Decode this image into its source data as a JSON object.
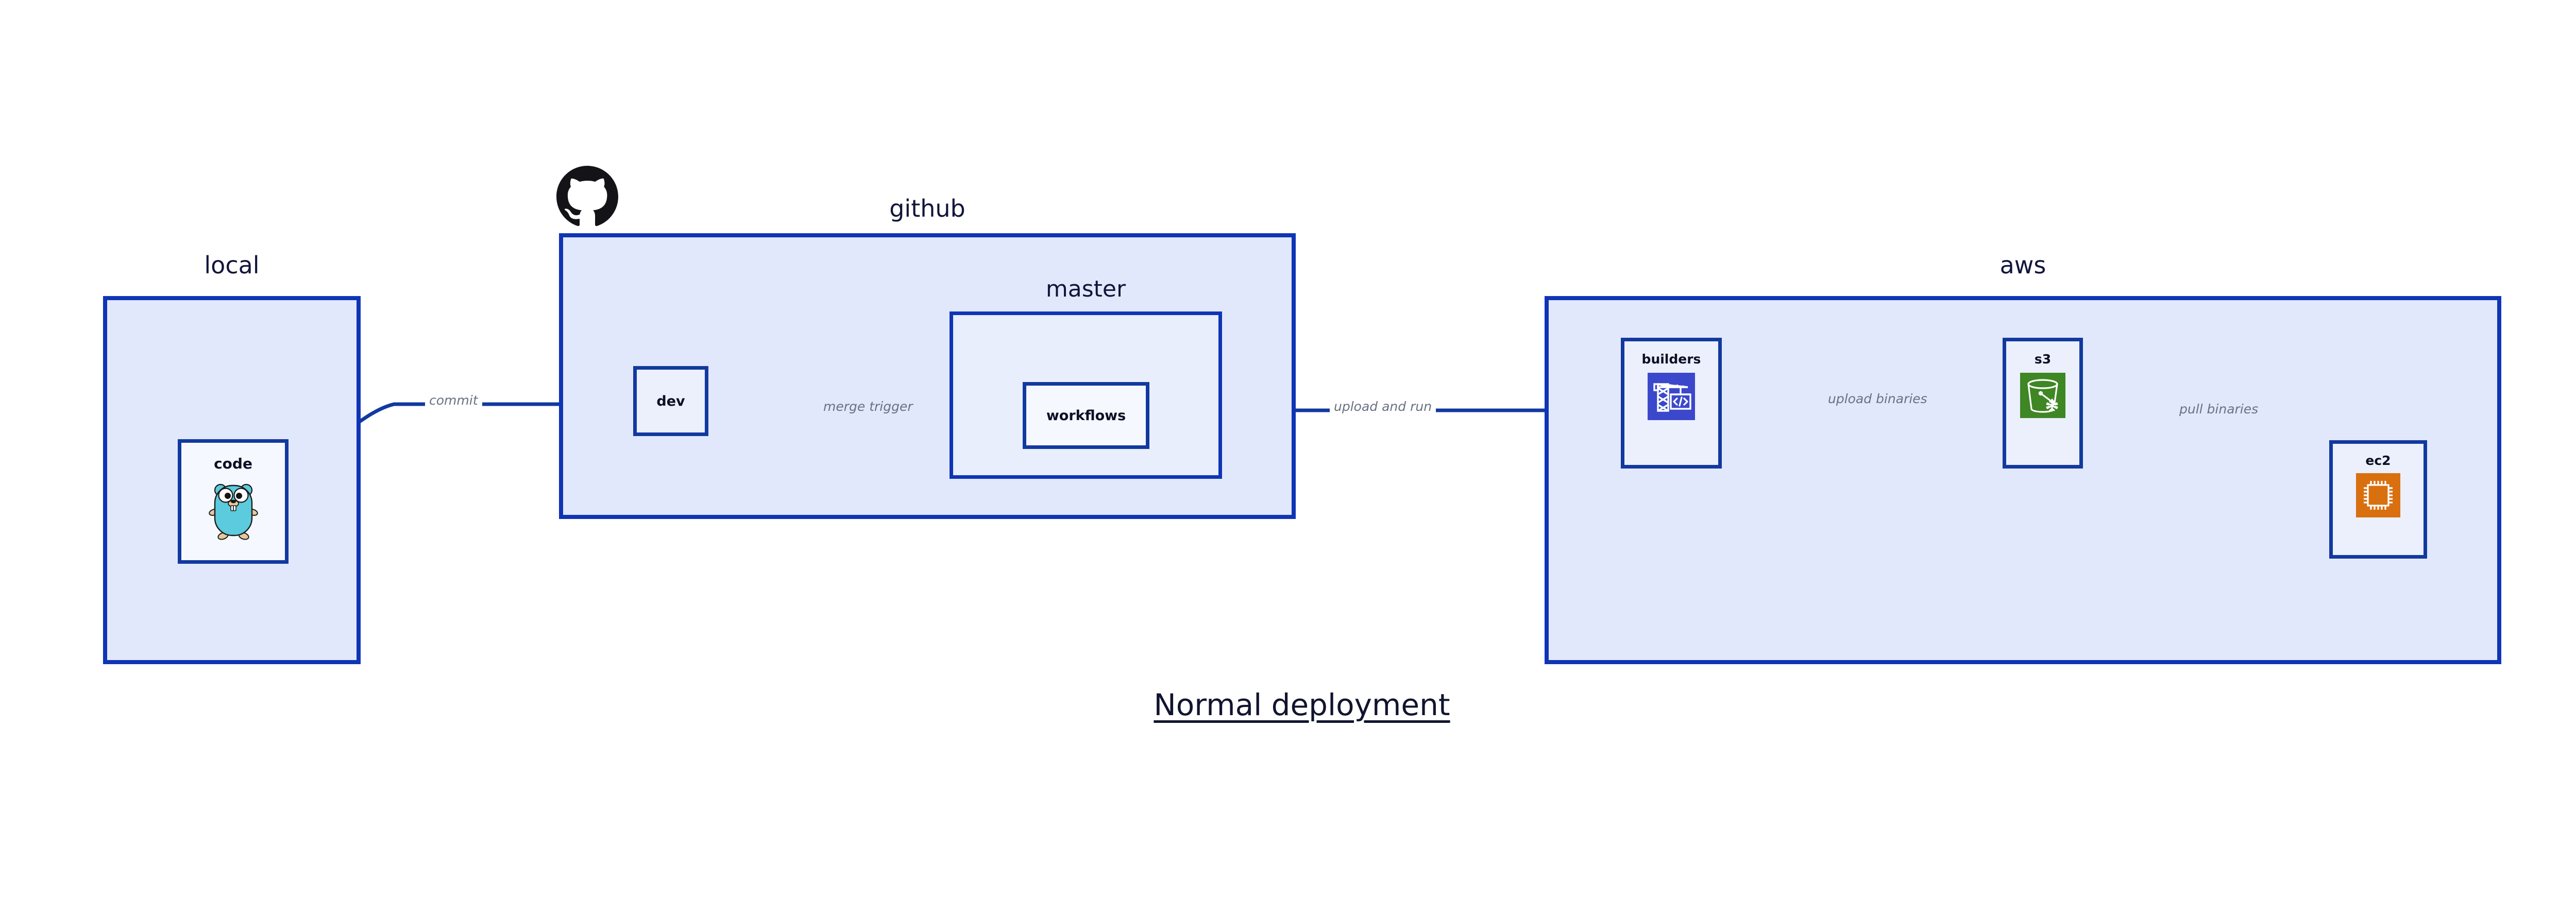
{
  "diagram": {
    "title": "Normal deployment",
    "background_color": "#ffffff",
    "accent_color": "#12399f",
    "group_fill": "#e2e8fb",
    "node_fill": "#ebf0fc",
    "edge_label_color": "#6a7183"
  },
  "groups": [
    {
      "id": "local",
      "label": "local"
    },
    {
      "id": "github",
      "label": "github"
    },
    {
      "id": "master",
      "label": "master"
    },
    {
      "id": "aws",
      "label": "aws"
    }
  ],
  "nodes": [
    {
      "id": "code",
      "label": "code",
      "icon": "go-gopher-icon",
      "icon_color": "#5bcbdd"
    },
    {
      "id": "dev",
      "label": "dev",
      "icon": "none",
      "icon_color": ""
    },
    {
      "id": "workflows",
      "label": "workflows",
      "icon": "none",
      "icon_color": ""
    },
    {
      "id": "builders",
      "label": "builders",
      "icon": "aws-crane-icon",
      "icon_color": "#3b48cc"
    },
    {
      "id": "s3",
      "label": "s3",
      "icon": "aws-s3-bucket-icon",
      "icon_color": "#3f8624"
    },
    {
      "id": "ec2",
      "label": "ec2",
      "icon": "aws-ec2-chip-icon",
      "icon_color": "#d9700f"
    }
  ],
  "edges": [
    {
      "id": "commit",
      "label": "commit",
      "from": "code",
      "to": "dev"
    },
    {
      "id": "merge-trigger",
      "label": "merge trigger",
      "from": "dev",
      "to": "workflows"
    },
    {
      "id": "upload-and-run",
      "label": "upload and run",
      "from": "workflows",
      "to": "builders"
    },
    {
      "id": "upload-binaries",
      "label": "upload binaries",
      "from": "builders",
      "to": "s3"
    },
    {
      "id": "pull-binaries",
      "label": "pull binaries",
      "from": "s3",
      "to": "ec2"
    }
  ],
  "logos": [
    {
      "id": "github-logo",
      "name": "github-octocat-icon",
      "color": "#141418"
    }
  ]
}
